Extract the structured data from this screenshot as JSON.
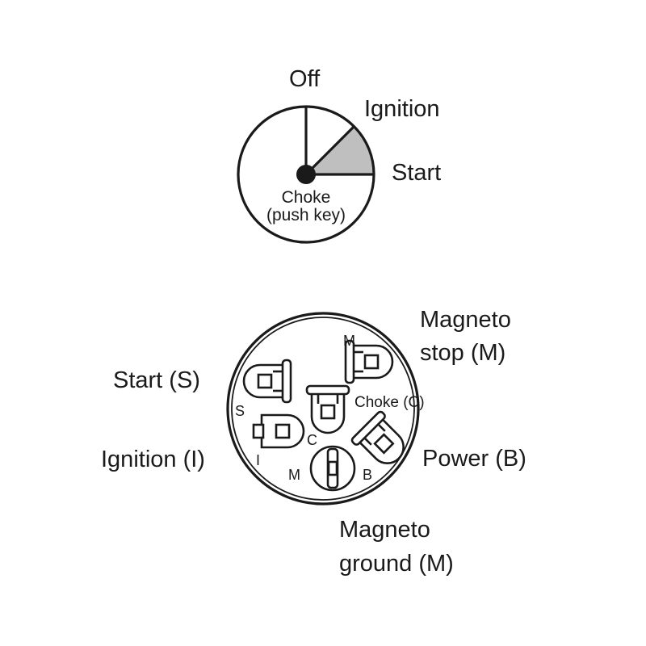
{
  "key_switch": {
    "positions": {
      "off": "Off",
      "ignition": "Ignition",
      "start": "Start",
      "choke_line1": "Choke",
      "choke_line2": "(push key)"
    },
    "colors": {
      "start_sector": "#bfbfbf",
      "line": "#1a1a1a"
    }
  },
  "connector": {
    "callouts": {
      "magneto_stop_line1": "Magneto",
      "magneto_stop_line2": "stop (M)",
      "start": "Start (S)",
      "choke": "Choke (C)",
      "ignition": "Ignition (I)",
      "power": "Power (B)",
      "magneto_ground_line1": "Magneto",
      "magneto_ground_line2": "ground (M)"
    },
    "terminal_letters": {
      "m_top": "M",
      "s": "S",
      "c": "C",
      "i": "I",
      "m_bottom": "M",
      "b": "B"
    }
  }
}
